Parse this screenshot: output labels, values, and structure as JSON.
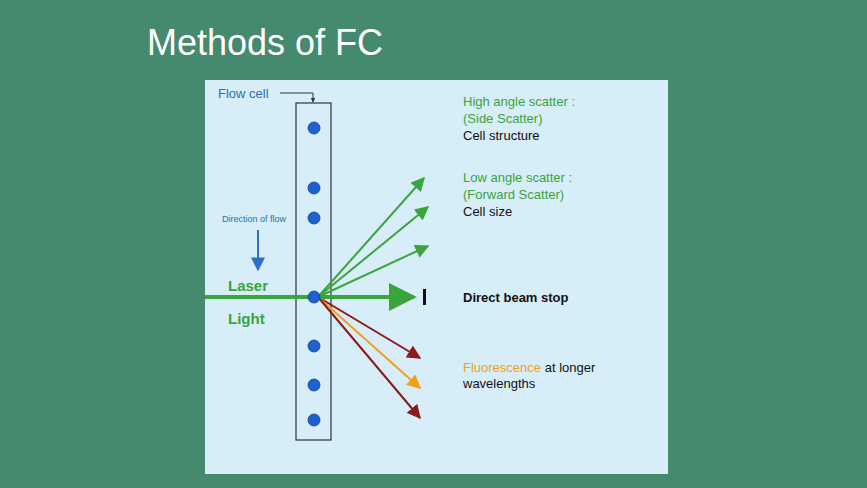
{
  "diagram": {
    "title": "Methods of FC",
    "labels": [
      "Flow cell",
      "Direction of flow",
      "Laser",
      "Light",
      "High angle scatter :",
      "(Side Scatter)",
      "Cell structure",
      "Low angle scatter :",
      "(Forward Scatter)",
      "Cell size",
      "Direct beam stop",
      "Fluorescence",
      "at longer wavelengths"
    ]
  }
}
